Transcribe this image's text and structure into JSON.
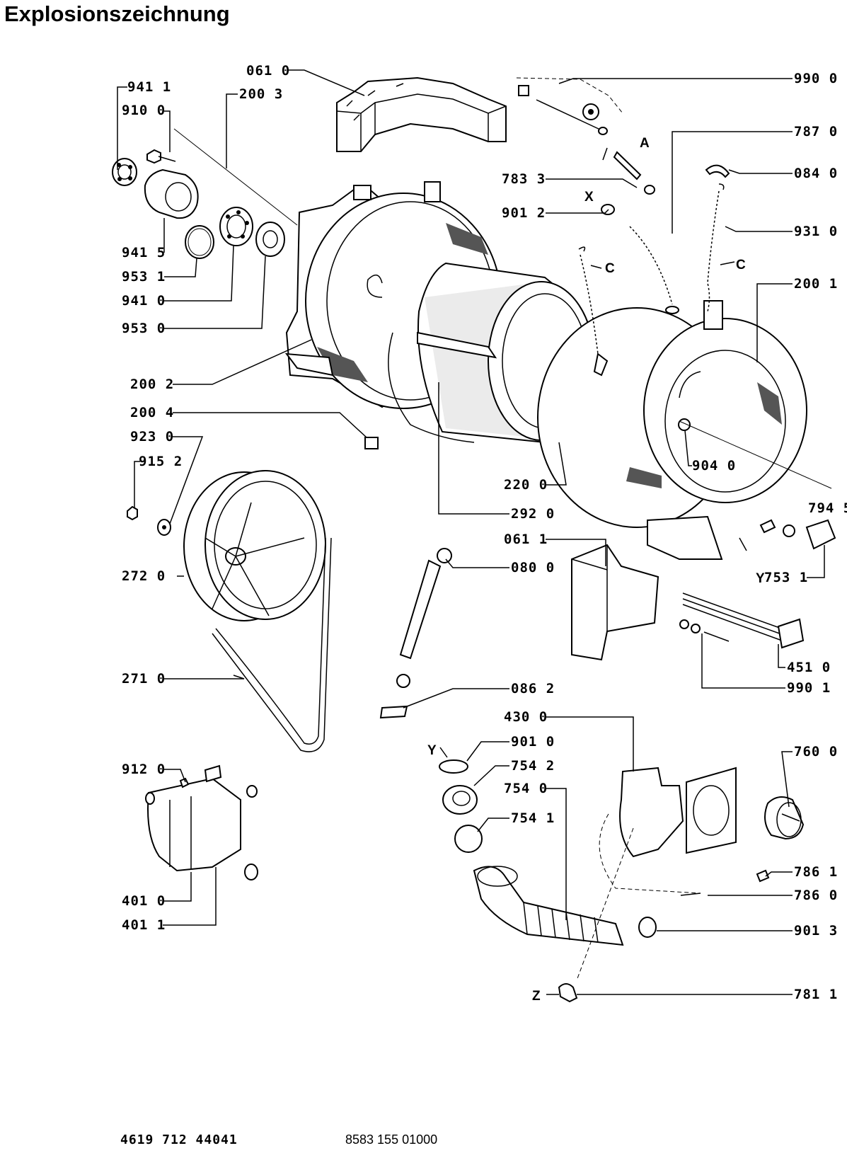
{
  "page": {
    "title": "Explosionszeichnung",
    "footer_left": "4619 712 44041",
    "footer_right": "8583 155 01000"
  },
  "parts": [
    {
      "key": "p0610",
      "label": "061 0"
    },
    {
      "key": "p9900",
      "label": "990 0"
    },
    {
      "key": "p9411",
      "label": "941 1"
    },
    {
      "key": "p2003",
      "label": "200 3"
    },
    {
      "key": "p9100",
      "label": "910 0"
    },
    {
      "key": "p7870",
      "label": "787 0"
    },
    {
      "key": "p7833",
      "label": "783 3"
    },
    {
      "key": "p0840",
      "label": "084 0"
    },
    {
      "key": "p9012",
      "label": "901 2"
    },
    {
      "key": "p9310",
      "label": "931 0"
    },
    {
      "key": "p9415",
      "label": "941 5"
    },
    {
      "key": "p9531",
      "label": "953 1"
    },
    {
      "key": "p9410",
      "label": "941 0"
    },
    {
      "key": "p9530",
      "label": "953 0"
    },
    {
      "key": "p2001",
      "label": "200 1"
    },
    {
      "key": "p2002",
      "label": "200 2"
    },
    {
      "key": "p2004",
      "label": "200 4"
    },
    {
      "key": "p9230",
      "label": "923 0"
    },
    {
      "key": "p9152",
      "label": "915 2"
    },
    {
      "key": "p9040",
      "label": "904 0"
    },
    {
      "key": "p2200",
      "label": "220 0"
    },
    {
      "key": "p2920",
      "label": "292 0"
    },
    {
      "key": "p7945",
      "label": "794 5"
    },
    {
      "key": "p0611",
      "label": "061 1"
    },
    {
      "key": "p2720",
      "label": "272 0"
    },
    {
      "key": "p0800",
      "label": "080 0"
    },
    {
      "key": "p7531",
      "label": "753 1"
    },
    {
      "key": "p4510",
      "label": "451 0"
    },
    {
      "key": "p2710",
      "label": "271 0"
    },
    {
      "key": "p9901",
      "label": "990 1"
    },
    {
      "key": "p0862",
      "label": "086 2"
    },
    {
      "key": "p4300",
      "label": "430 0"
    },
    {
      "key": "p9010",
      "label": "901 0"
    },
    {
      "key": "p7542",
      "label": "754 2"
    },
    {
      "key": "p7600",
      "label": "760 0"
    },
    {
      "key": "p9120",
      "label": "912 0"
    },
    {
      "key": "p7540",
      "label": "754 0"
    },
    {
      "key": "p7541",
      "label": "754 1"
    },
    {
      "key": "p7861",
      "label": "786 1"
    },
    {
      "key": "p7860",
      "label": "786 0"
    },
    {
      "key": "p4010",
      "label": "401 0"
    },
    {
      "key": "p4011",
      "label": "401 1"
    },
    {
      "key": "p9013",
      "label": "901 3"
    },
    {
      "key": "p7811",
      "label": "781 1"
    }
  ],
  "markers": {
    "a": "A",
    "c1": "C",
    "c2": "C",
    "x": "X",
    "y1": "Y",
    "y2": "Y",
    "z": "Z"
  }
}
